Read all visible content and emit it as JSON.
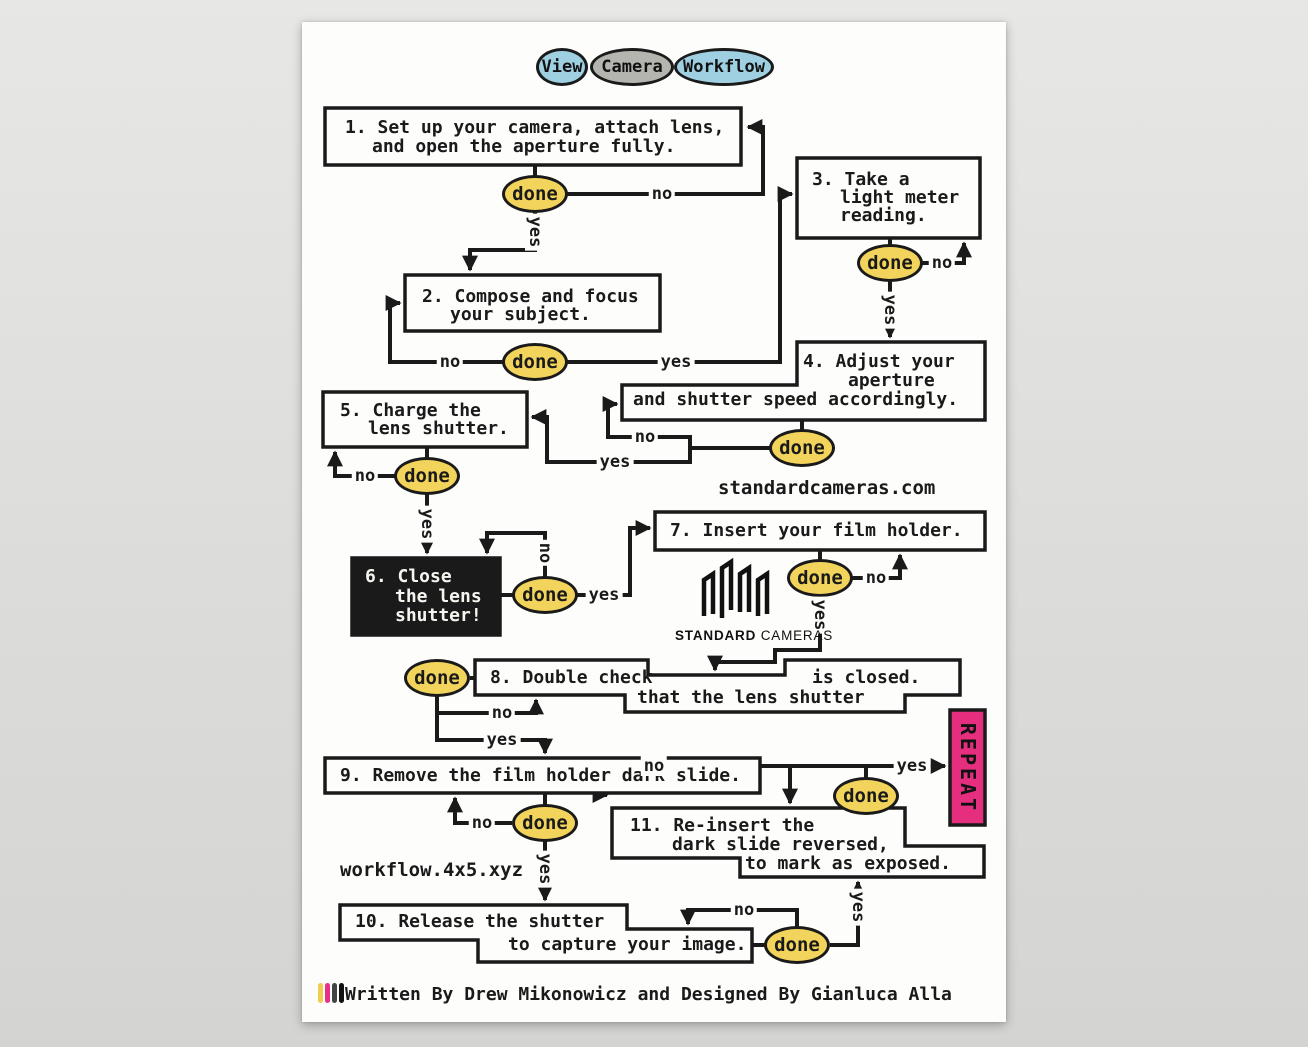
{
  "title": {
    "word1": "View",
    "word2": "Camera",
    "word3": "Workflow"
  },
  "steps": {
    "s1": {
      "l1": "1. Set up your camera, attach lens,",
      "l2": "and open the aperture fully."
    },
    "s2": {
      "l1": "2. Compose and focus",
      "l2": "your subject."
    },
    "s3": {
      "l1": "3. Take a",
      "l2": "light meter",
      "l3": "reading."
    },
    "s4": {
      "l1": "4. Adjust your",
      "l2": "aperture",
      "l3": "and shutter speed accordingly."
    },
    "s5": {
      "l1": "5. Charge the",
      "l2": "lens shutter."
    },
    "s6": {
      "l1": "6. Close",
      "l2": "the lens",
      "l3": "shutter!"
    },
    "s7": {
      "l1": "7. Insert your film holder."
    },
    "s8": {
      "l1": "8. Double check",
      "l2": "that the lens shutter",
      "l3": "is closed."
    },
    "s9": {
      "l1": "9. Remove the film holder dark slide."
    },
    "s10": {
      "l1": "10. Release the shutter",
      "l2": "to capture your image."
    },
    "s11": {
      "l1": "11. Re-insert the",
      "l2": "dark slide reversed,",
      "l3": "to mark as exposed."
    }
  },
  "labels": {
    "done": "done",
    "yes": "yes",
    "no": "no",
    "repeat": "REPEAT"
  },
  "links": {
    "website": "standardcameras.com",
    "workflow_site": "workflow.4x5.xyz"
  },
  "logo": {
    "bold": "STANDARD",
    "regular": "CAMERAS"
  },
  "credit": "Written By Drew Mikonowicz and Designed By Gianluca Alla",
  "colors": {
    "done_fill": "#f2d45c",
    "title_blue": "#9fd0e2",
    "title_gray": "#b5b5af",
    "repeat_pink": "#e62e7e",
    "line": "#1a1a1a",
    "step6_bg": "#1a1a1a",
    "mark_yellow": "#f0cf4e",
    "mark_magenta": "#e8308a",
    "mark_dark": "#444444",
    "mark_black": "#111111"
  }
}
